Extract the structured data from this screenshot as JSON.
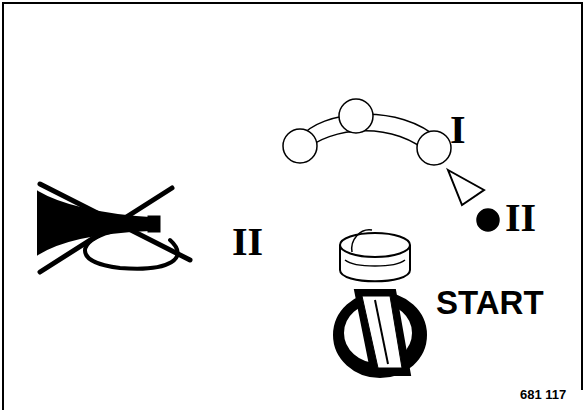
{
  "diagram": {
    "labels": [
      "I",
      "II",
      "II",
      "START",
      "681 117"
    ]
  }
}
